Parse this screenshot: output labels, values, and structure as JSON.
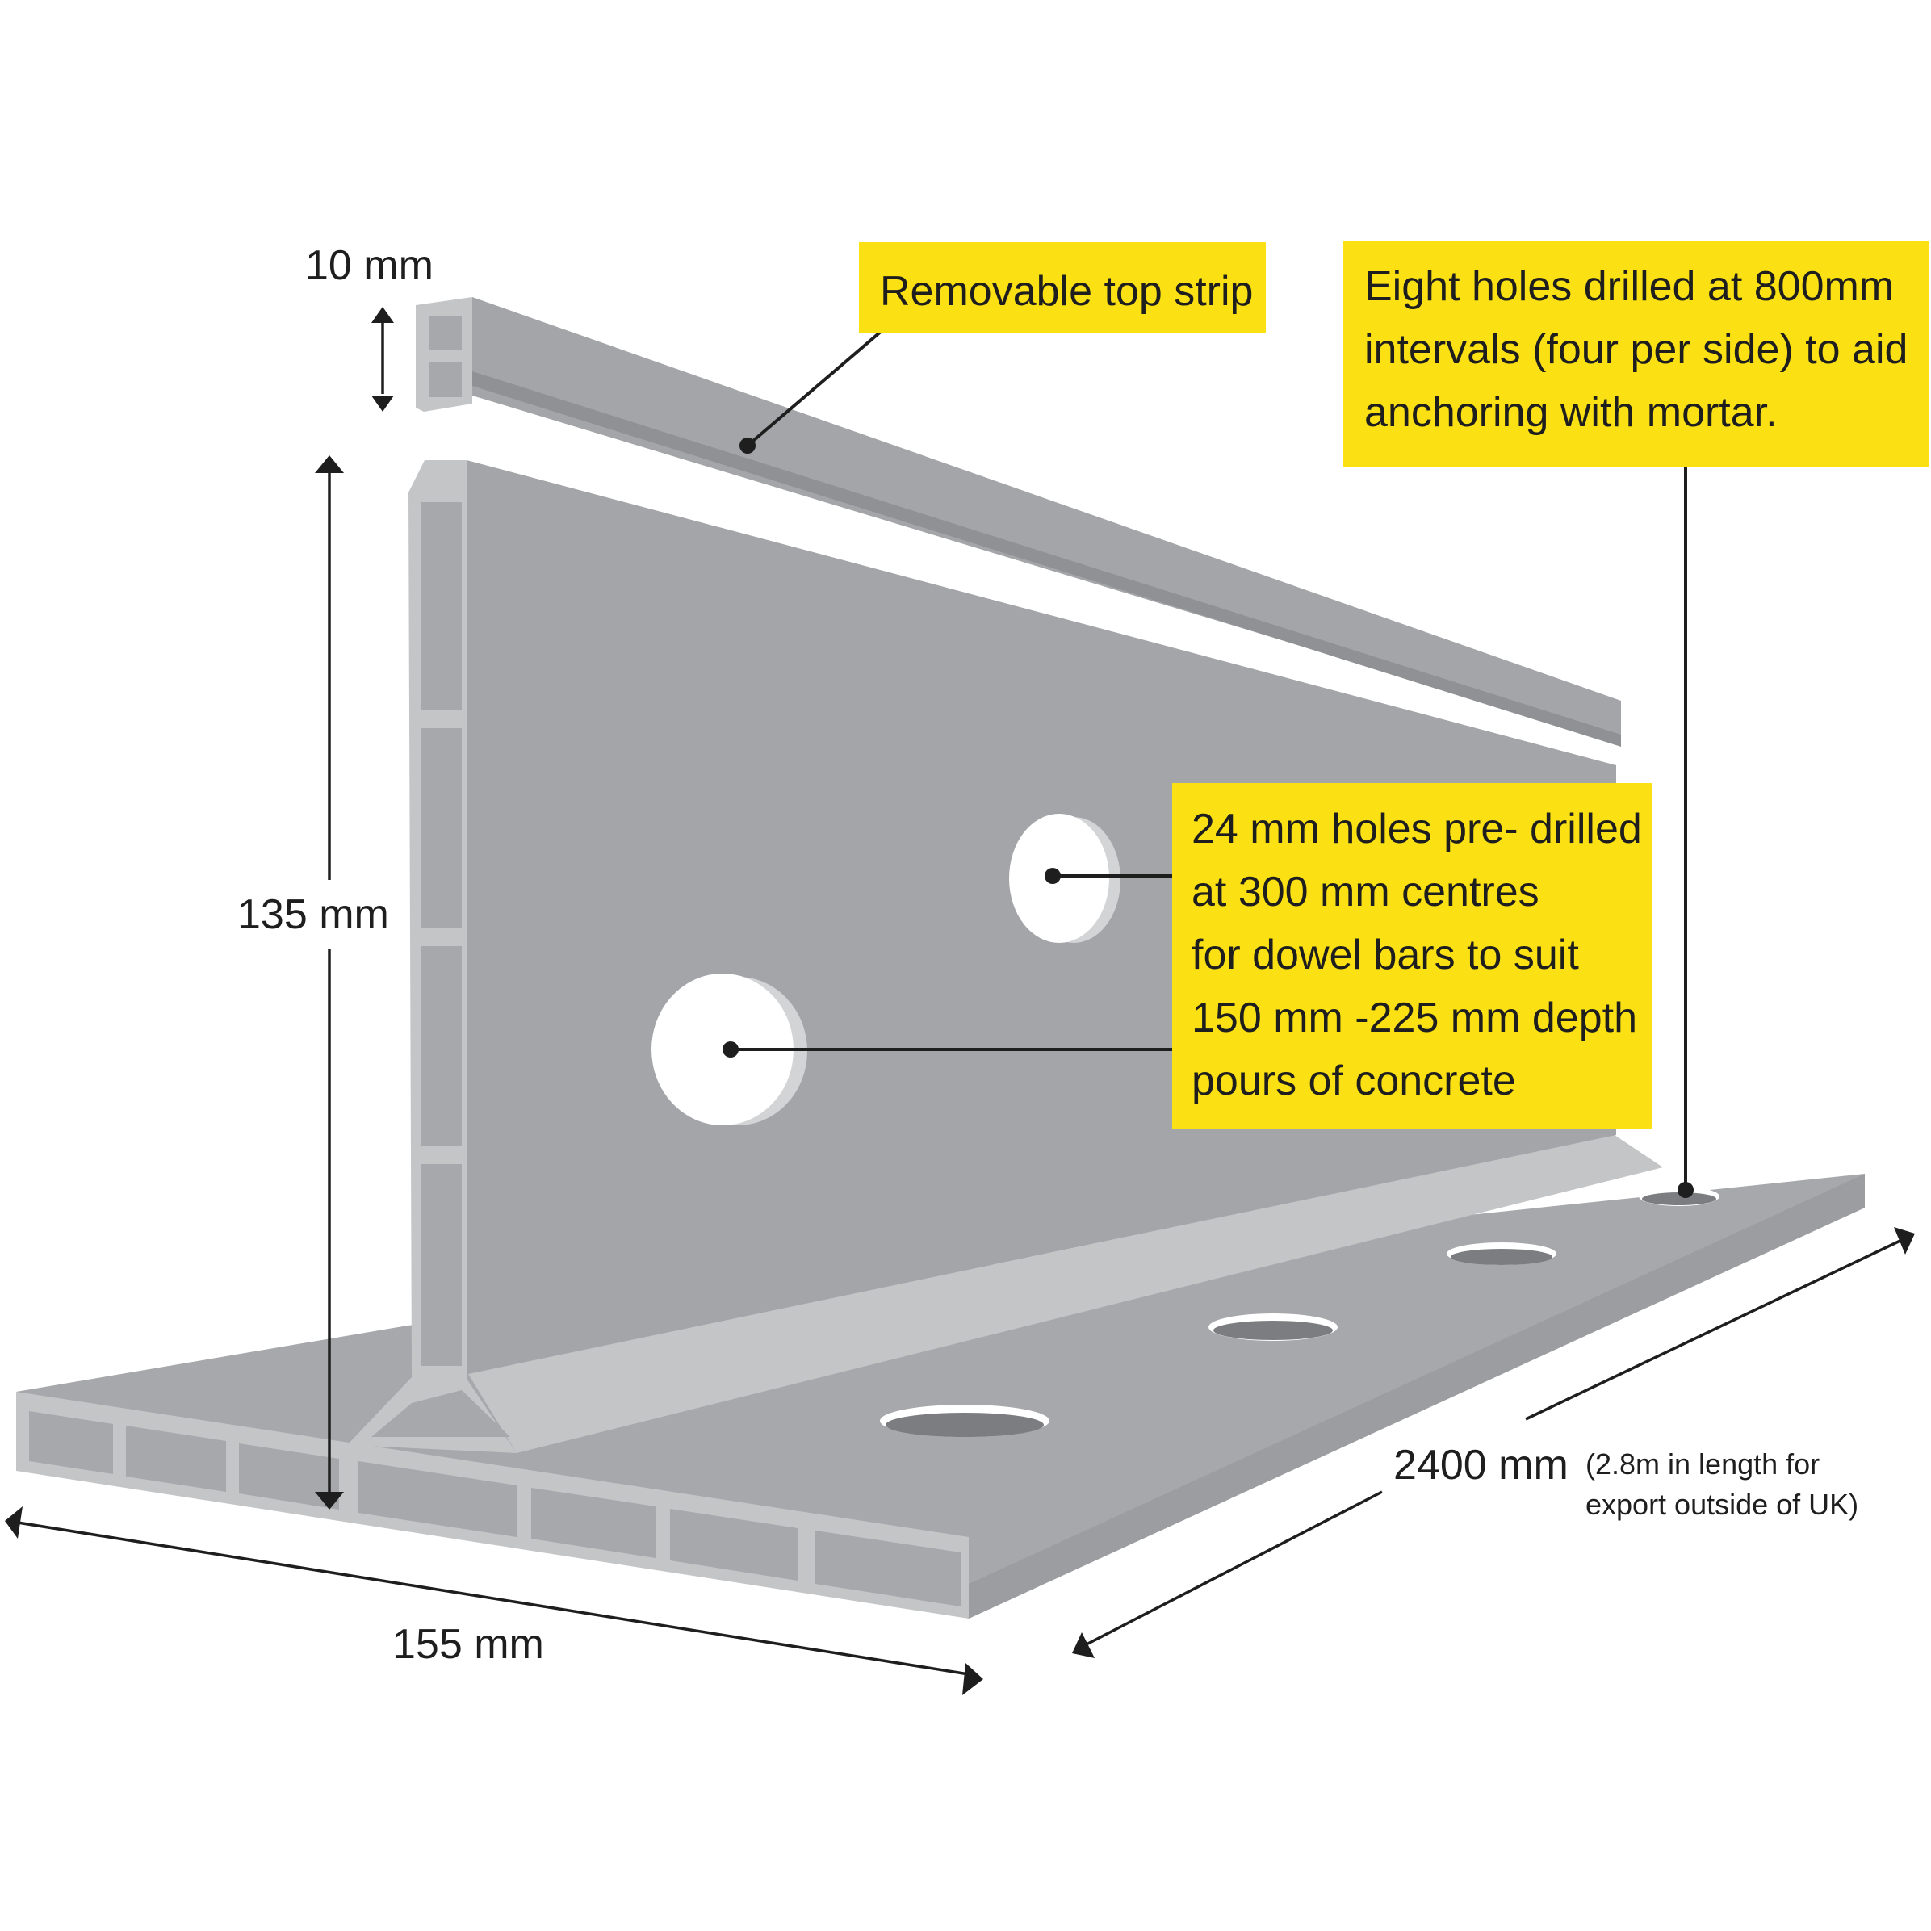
{
  "colors": {
    "background": "#ffffff",
    "callout": "#fbe114",
    "profile_dark": "#9fa1a4",
    "profile_light": "#c3c5c7",
    "profile_mid": "#a6a8ab",
    "ink": "#1e1e1e"
  },
  "dimensions": {
    "top_strip_height": "10 mm",
    "wall_height": "135 mm",
    "base_width": "155 mm",
    "length": "2400 mm",
    "length_note_line1": "(2.8m in length for",
    "length_note_line2": "export outside of UK)"
  },
  "callouts": {
    "top_strip": {
      "lines": [
        "Removable top strip"
      ]
    },
    "anchor_holes": {
      "lines": [
        "Eight holes drilled at 800mm",
        "intervals (four per side) to aid",
        "anchoring with mortar."
      ]
    },
    "dowel_holes": {
      "lines": [
        "24 mm holes pre- drilled",
        "at 300 mm centres",
        "for dowel bars to suit",
        "150 mm -225 mm depth",
        "pours of concrete"
      ]
    }
  }
}
